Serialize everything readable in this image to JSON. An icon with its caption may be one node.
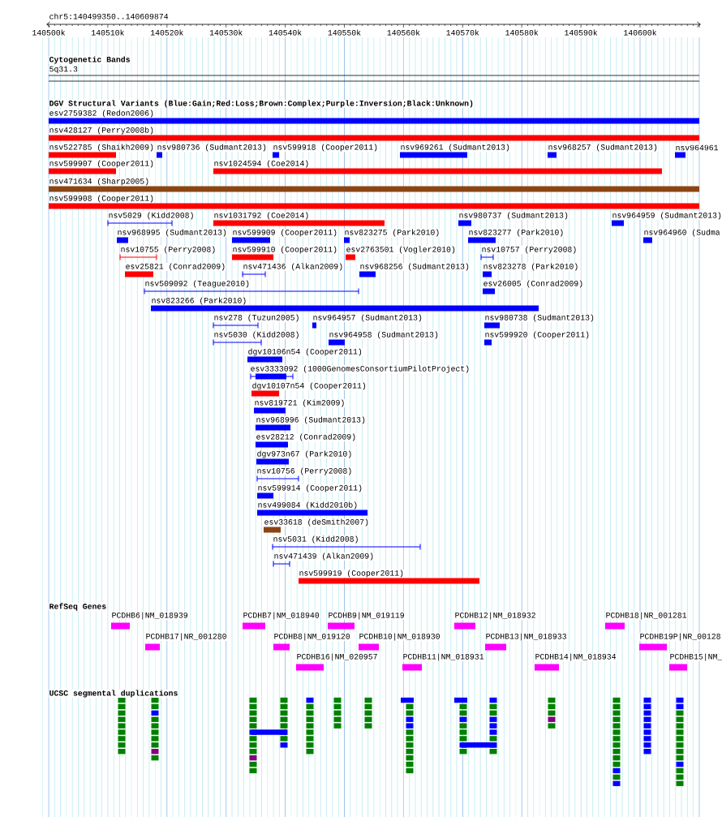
{
  "diagram": {
    "labels": [
      "chr5:140499350..140609874",
      "140500k",
      "140510k",
      "140520k",
      "140530k",
      "140540k",
      "140550k",
      "140560k",
      "140570k",
      "140580k",
      "140590k",
      "140600k",
      "Cytogenetic Bands",
      "5q31.3",
      "DGV Structural Variants (Blue:Gain;Red:Loss;Brown:Complex;Purple:Inversion;Black:Unknown)",
      "esv2759382 (Redon2006)",
      "nsv428127 (Perry2008b)",
      "nsv522785 (Shaikh2009)",
      "nsv980736 (Sudmant2013)",
      "nsv599918 (Cooper2011)",
      "nsv969261 (Sudmant2013)",
      "nsv968257 (Sudmant2013)",
      "nsv964961",
      "nsv599907 (Cooper2011)",
      "nsv1024594 (Coe2014)",
      "nsv471634 (Sharp2005)",
      "nsv599908 (Cooper2011)",
      "nsv5029 (Kidd2008)",
      "nsv1031792 (Coe2014)",
      "nsv980737 (Sudmant2013)",
      "nsv964959 (Sudmant2013)",
      "nsv968995 (Sudmant2013)",
      "nsv599909 (Cooper2011)",
      "nsv823275 (Park2010)",
      "nsv823277 (Park2010)",
      "nsv964960 (Sudma",
      "nsv10755 (Perry2008)",
      "nsv599910 (Cooper2011)",
      "esv2763501 (Vogler2010)",
      "nsv10757 (Perry2008)",
      "esv25821 (Conrad2009)",
      "nsv471436 (Alkan2009)",
      "nsv968256 (Sudmant2013)",
      "nsv823278 (Park2010)",
      "nsv509092 (Teague2010)",
      "esv26005 (Conrad2009)",
      "nsv823266 (Park2010)",
      "nsv278 (Tuzun2005)",
      "nsv964957 (Sudmant2013)",
      "nsv980738 (Sudmant2013)",
      "nsv5030 (Kidd2008)",
      "nsv964958 (Sudmant2013)",
      "nsv599920 (Cooper2011)",
      "dgv10106n54 (Cooper2011)",
      "esv3333092 (1000GenomesConsortiumPilotProject)",
      "dgv10107n54 (Cooper2011)",
      "nsv819721 (Kim2009)",
      "nsv968996 (Sudmant2013)",
      "esv28212 (Conrad2009)",
      "dgv973n67 (Park2010)",
      "nsv10756 (Perry2008)",
      "nsv599914 (Cooper2011)",
      "nsv499084 (Kidd2010b)",
      "esv33618 (deSmith2007)",
      "nsv5031 (Kidd2008)",
      "nsv471439 (Alkan2009)",
      "nsv599919 (Cooper2011)",
      "RefSeq Genes",
      "PCDHB6|NM_018939",
      "PCDHB7|NM_018940",
      "PCDHB9|NM_019119",
      "PCDHB12|NM_018932",
      "PCDHB18|NR_001281",
      "PCDHB17|NR_001280",
      "PCDHB8|NM_019120",
      "PCDHB10|NM_018930",
      "PCDHB13|NM_018933",
      "PCDHB19P|NR_00128",
      "PCDHB16|NM_020957",
      "PCDHB11|NM_018931",
      "PCDHB14|NM_018934",
      "PCDHB15|NM_",
      "UCSC segmental duplications"
    ]
  }
}
